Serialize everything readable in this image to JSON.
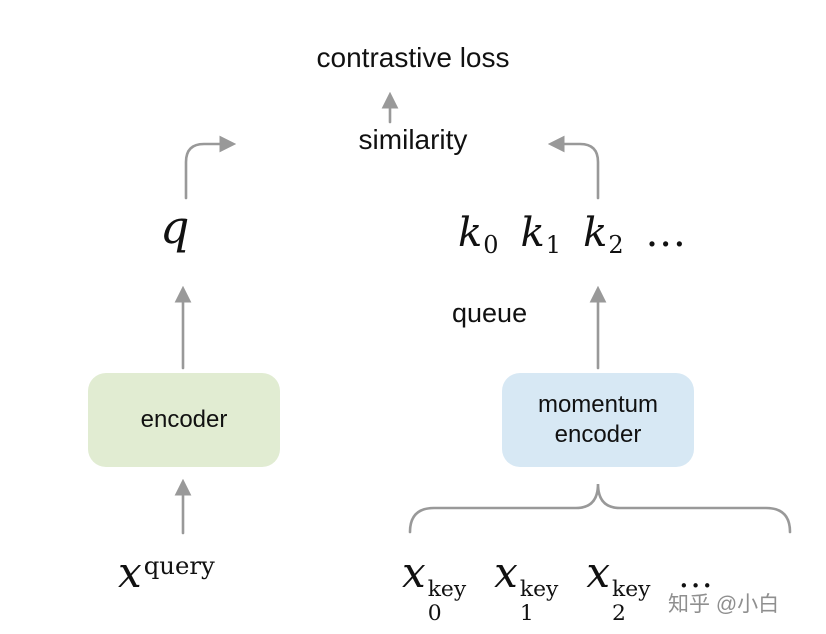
{
  "labels": {
    "contrastive_loss": "contrastive loss",
    "similarity": "similarity",
    "queue": "queue",
    "encoder": "encoder",
    "momentum_encoder": "momentum encoder"
  },
  "math": {
    "q": "q",
    "keys": [
      {
        "base": "k",
        "sub": "0"
      },
      {
        "base": "k",
        "sub": "1"
      },
      {
        "base": "k",
        "sub": "2"
      }
    ],
    "keys_ellipsis": "...",
    "x_query": {
      "base": "x",
      "sup": "query"
    },
    "x_keys": [
      {
        "base": "x",
        "sub": "0",
        "sup": "key"
      },
      {
        "base": "x",
        "sub": "1",
        "sup": "key"
      },
      {
        "base": "x",
        "sub": "2",
        "sup": "key"
      }
    ],
    "x_keys_ellipsis": "..."
  },
  "colors": {
    "encoder_box": "#e1ecd2",
    "momentum_box": "#d7e8f4",
    "arrow": "#999999",
    "text": "#111111",
    "watermark": "#8f8f8f"
  },
  "watermark": "知乎 @小白"
}
